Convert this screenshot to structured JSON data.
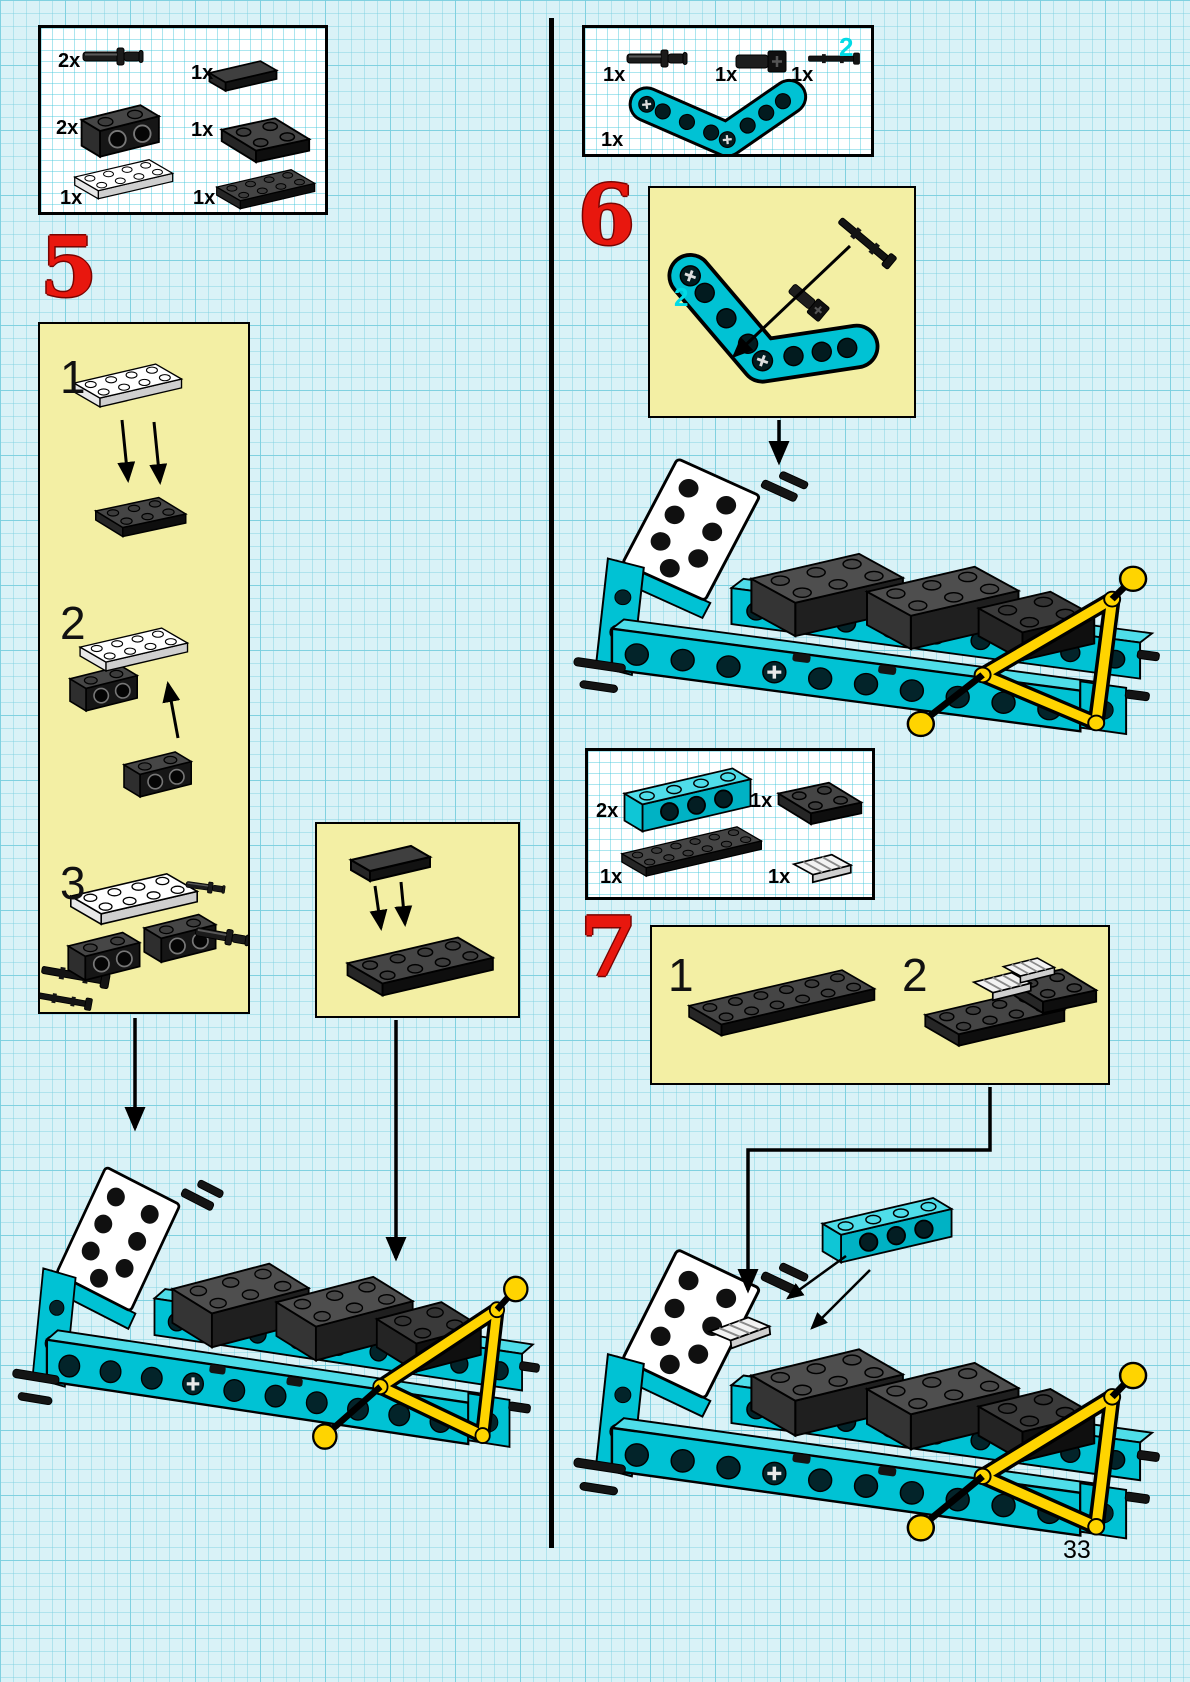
{
  "page": {
    "number": "33",
    "background_color": "#d9f2f7",
    "grid_color": "#8cd0e0"
  },
  "colors": {
    "teal": "#00c2d4",
    "panel_yellow": "#f3efa4",
    "step_red": "#e8170e",
    "cyan_label": "#00dbe6",
    "wishbone_yellow": "#ffd400"
  },
  "steps": {
    "step5": {
      "number": "5",
      "substeps": [
        "1",
        "2",
        "3"
      ]
    },
    "step6": {
      "number": "6",
      "axle_length_label": "2"
    },
    "step7": {
      "number": "7",
      "substeps": [
        "1",
        "2"
      ]
    }
  },
  "parts_boxes": {
    "box1": {
      "items": [
        {
          "qty": "2x",
          "part": "black-pin"
        },
        {
          "qty": "1x",
          "part": "dark-tile-1x2"
        },
        {
          "qty": "2x",
          "part": "black-technic-brick-1x2"
        },
        {
          "qty": "1x",
          "part": "dark-plate-2x2"
        },
        {
          "qty": "1x",
          "part": "white-plate-2x4"
        },
        {
          "qty": "1x",
          "part": "black-plate-2x4"
        }
      ]
    },
    "box2": {
      "items": [
        {
          "qty": "1x",
          "part": "black-pin"
        },
        {
          "qty": "1x",
          "part": "black-axle-connector"
        },
        {
          "qty": "1x",
          "part": "black-axle",
          "length_label": "2"
        },
        {
          "qty": "1x",
          "part": "teal-angled-liftarm"
        }
      ]
    },
    "box3": {
      "items": [
        {
          "qty": "2x",
          "part": "teal-technic-brick-1x4"
        },
        {
          "qty": "1x",
          "part": "black-plate-2x2"
        },
        {
          "qty": "1x",
          "part": "black-plate-2x6"
        },
        {
          "qty": "1x",
          "part": "white-grille-tile"
        }
      ]
    }
  }
}
